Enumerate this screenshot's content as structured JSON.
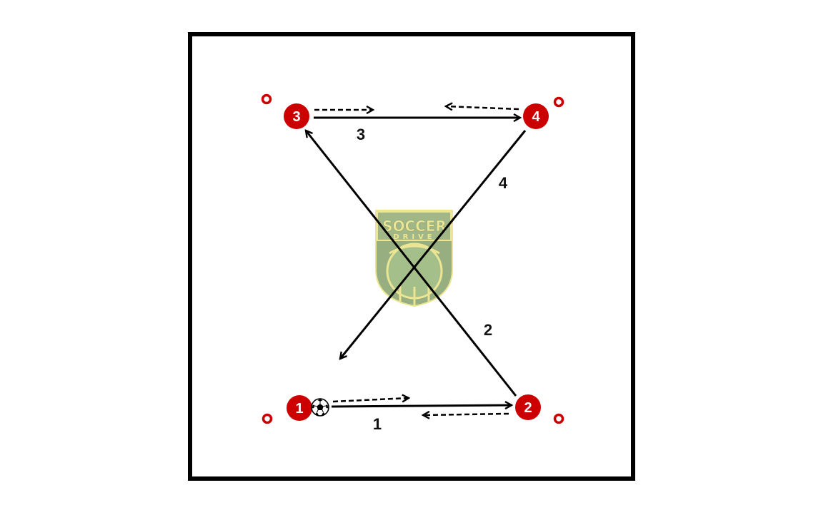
{
  "colors": {
    "player": "#cc0000",
    "cone": "#cc0000",
    "line": "#000000",
    "logo_green": "#8aa66a",
    "logo_yellow": "#e8e07a"
  },
  "logo": {
    "line1": "SOCCER",
    "line2": "DRIVE"
  },
  "players": [
    {
      "id": "p1",
      "label": "1",
      "has_ball": true
    },
    {
      "id": "p2",
      "label": "2",
      "has_ball": false
    },
    {
      "id": "p3",
      "label": "3",
      "has_ball": false
    },
    {
      "id": "p4",
      "label": "4",
      "has_ball": false
    }
  ],
  "pass_labels": [
    "1",
    "2",
    "3",
    "4"
  ],
  "icons": {
    "ball": "soccer-ball-icon",
    "cone": "cone-icon",
    "logo": "soccer-drive-logo"
  }
}
